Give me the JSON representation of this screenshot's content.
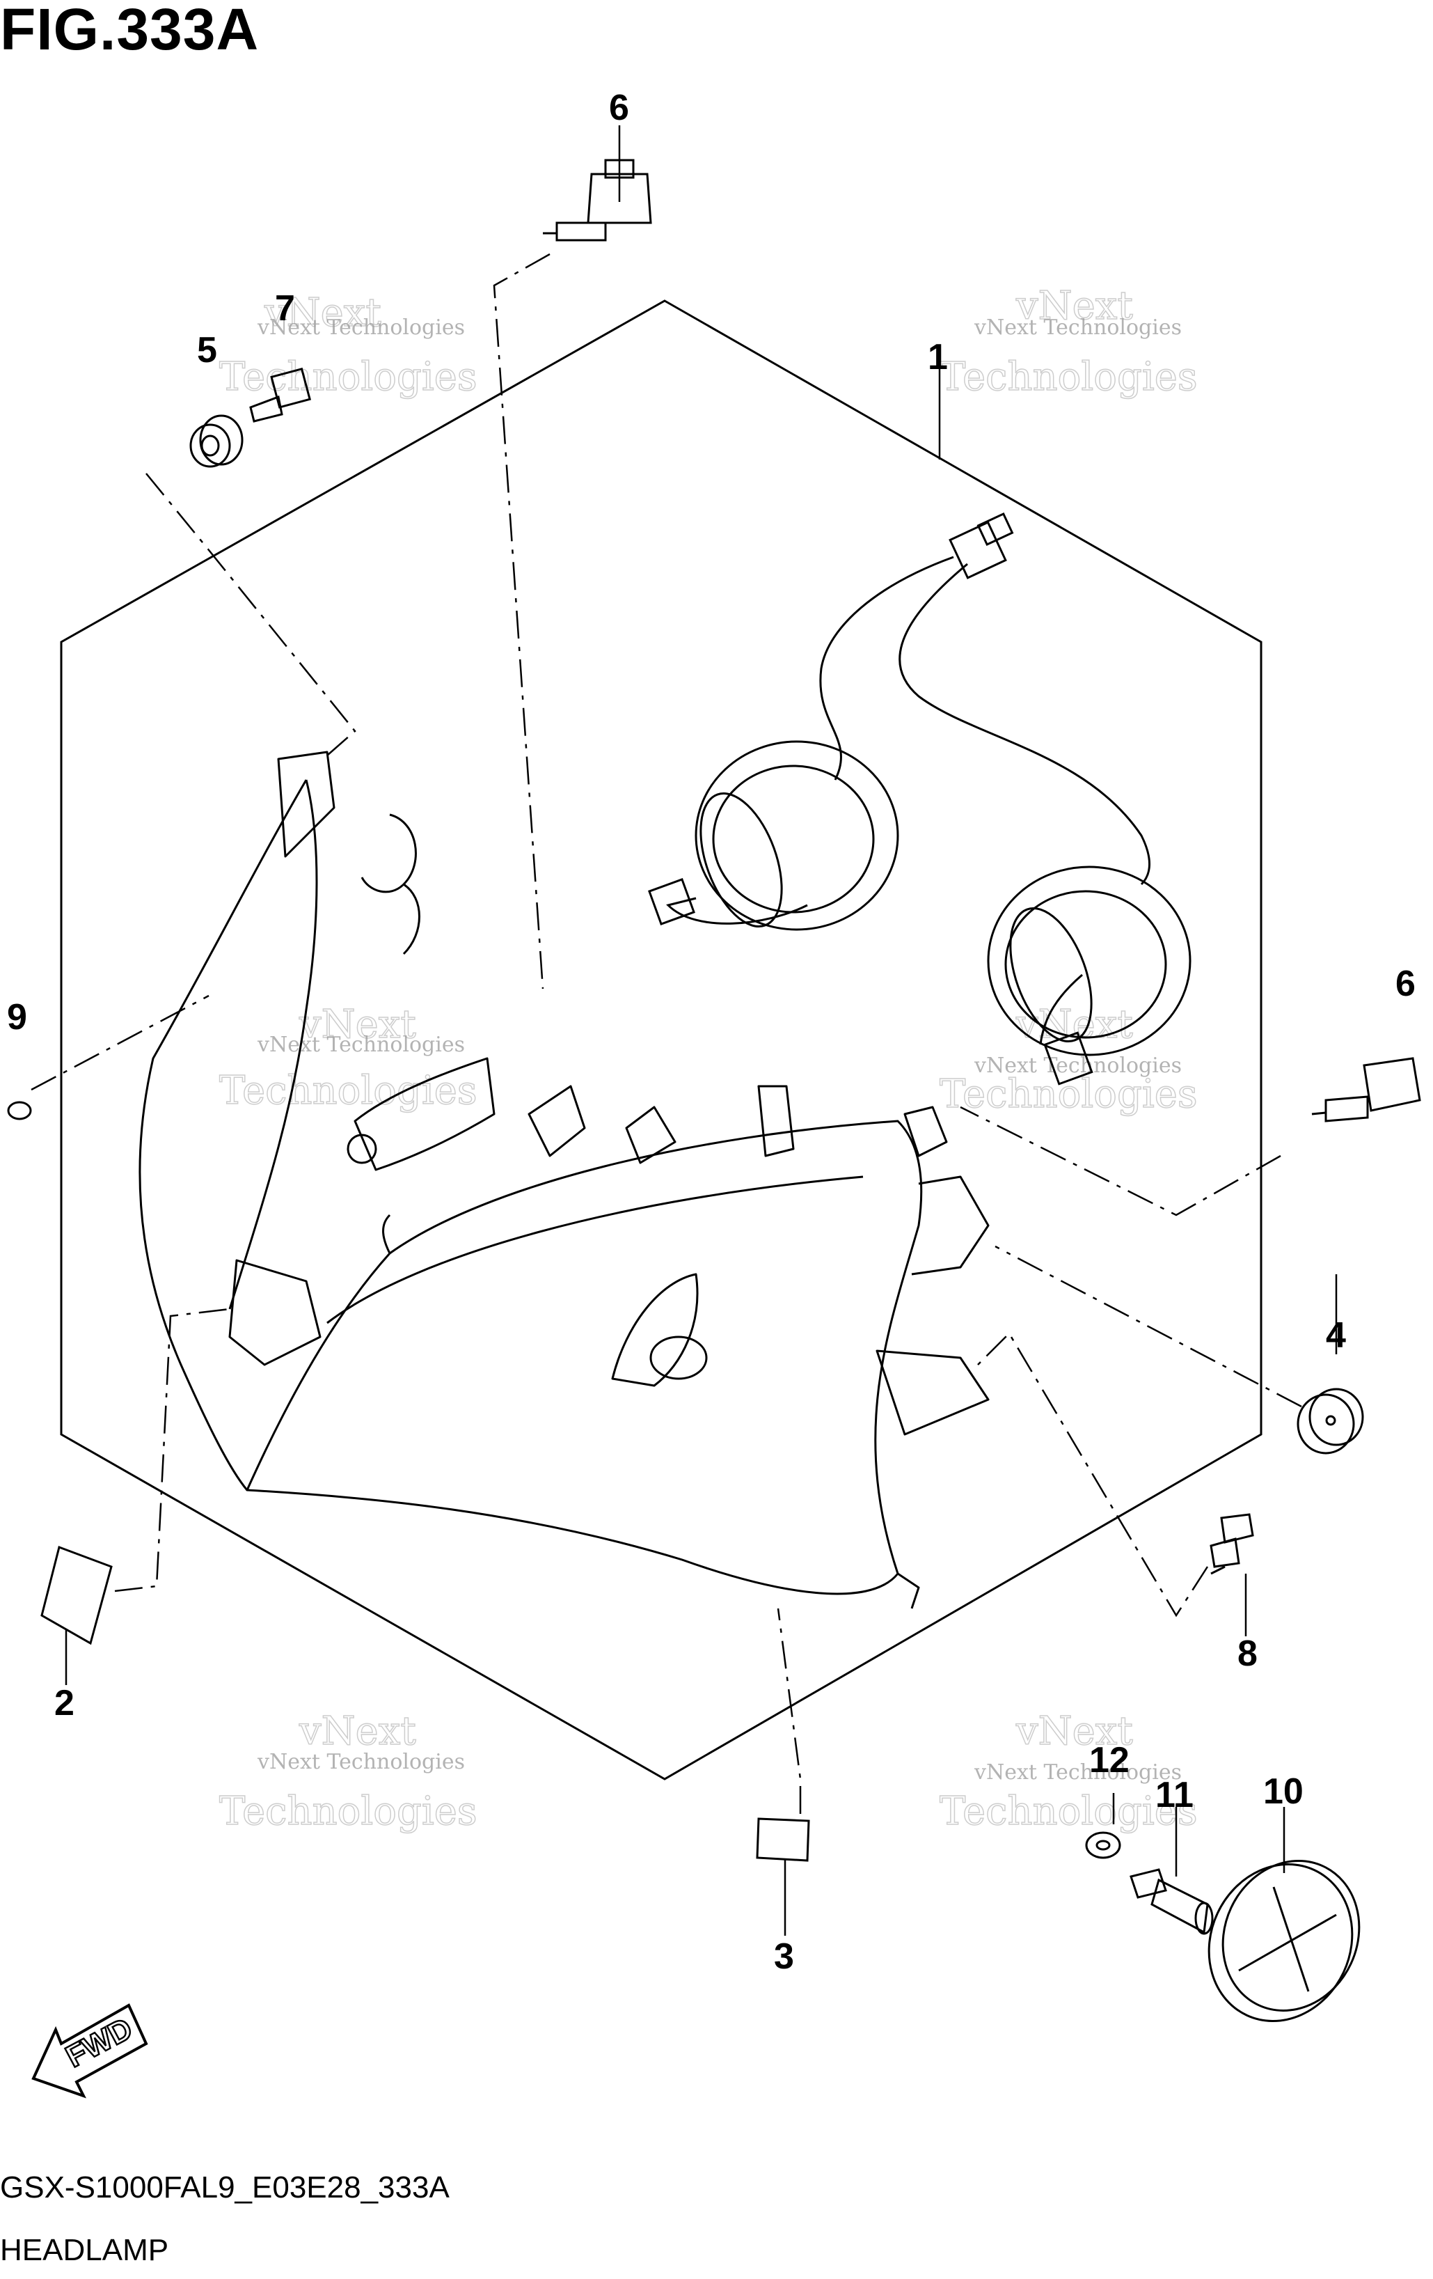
{
  "figure": {
    "title": "FIG.333A",
    "drawing_code": "GSX-S1000FAL9_E03E28_333A",
    "section_name": "HEADLAMP"
  },
  "callouts": [
    "1",
    "2",
    "3",
    "4",
    "5",
    "6",
    "6",
    "7",
    "8",
    "9",
    "10",
    "11",
    "12"
  ],
  "watermark": {
    "brand": "vNext",
    "line1": "vNext Technologies",
    "line2": "Technologies"
  },
  "direction_label": "FWD"
}
